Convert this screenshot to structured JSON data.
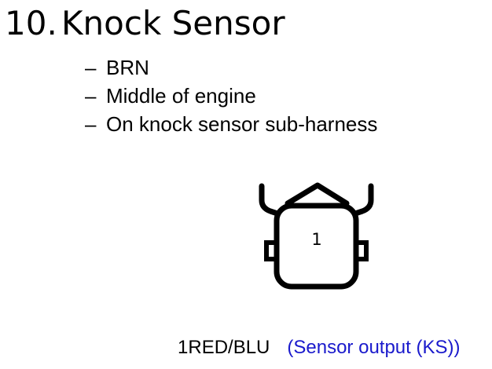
{
  "slide": {
    "number": "10.",
    "title": "Knock Sensor",
    "bullets": [
      {
        "dash": "–",
        "text": "BRN"
      },
      {
        "dash": "–",
        "text": "Middle of engine"
      },
      {
        "dash": "–",
        "text": "On knock sensor sub-harness"
      }
    ]
  },
  "connector": {
    "pin_label": "1",
    "pins": [
      {
        "pin": "1",
        "wire": "RED/BLU",
        "description": "(Sensor output (KS))"
      }
    ]
  },
  "colors": {
    "text": "#000000",
    "description": "#1a1acc",
    "background": "#ffffff"
  }
}
